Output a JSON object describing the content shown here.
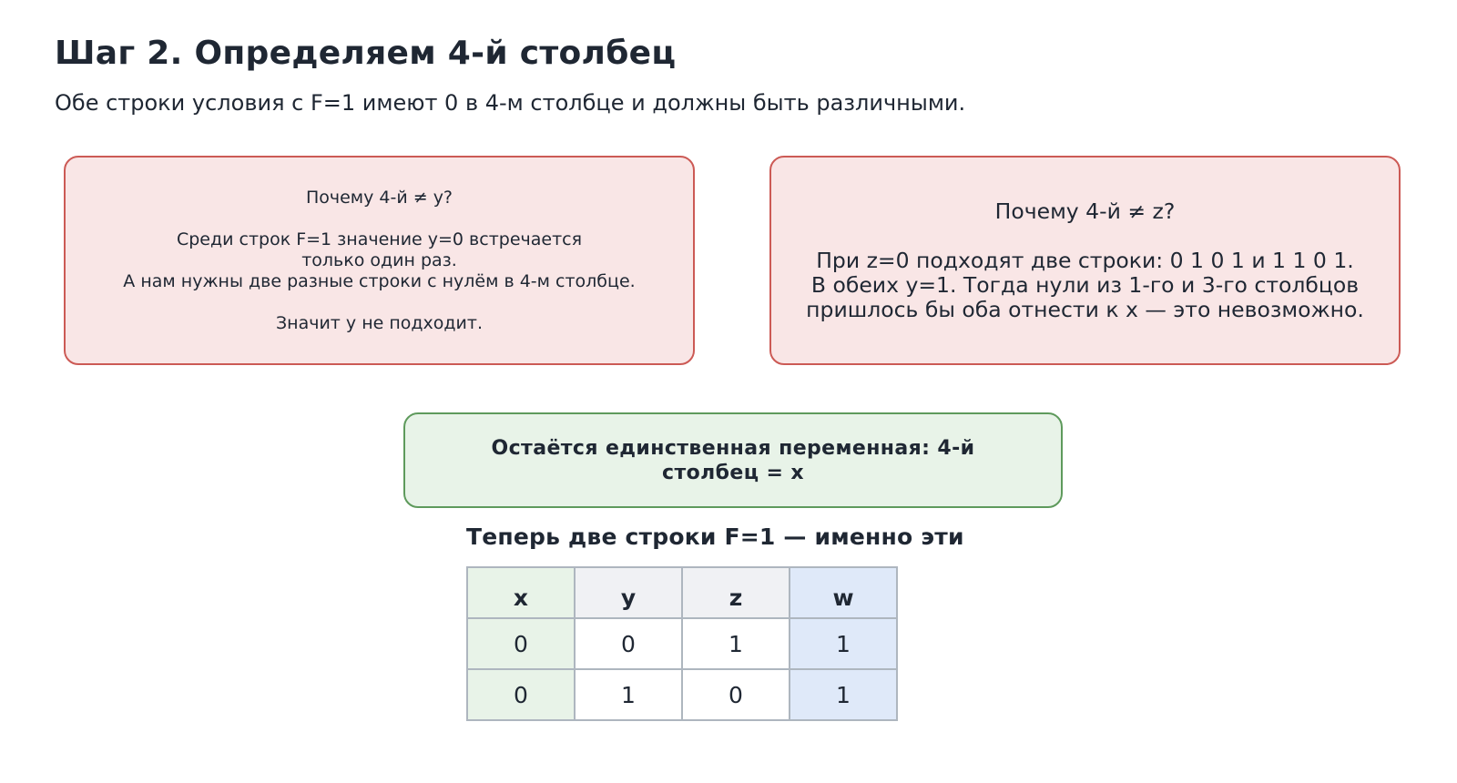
{
  "title": "Шаг 2. Определяем 4-й столбец",
  "subtitle": "Обе строки условия с F=1 имеют 0 в 4-м столбце и должны быть различными.",
  "box_left": {
    "heading": "Почему 4-й ≠ y?",
    "line1": "Среди строк F=1 значение y=0 встречается только один раз.",
    "line2": "А нам нужны две разные строки с нулём в 4-м столбце.",
    "conclusion": "Значит y не подходит."
  },
  "box_right": {
    "heading": "Почему 4-й ≠ z?",
    "line1": "При z=0 подходят две строки: 0 1 0 1 и 1 1 0 1.",
    "line2": "В обеих y=1. Тогда нули из 1-го и 3-го столбцов",
    "line3": "пришлось бы оба отнести к x — это невозможно."
  },
  "result_box": {
    "text": "Остаётся единственная переменная: 4-й столбец = x"
  },
  "table": {
    "title": "Теперь две строки F=1 — именно эти",
    "headers": [
      "x",
      "y",
      "z",
      "w"
    ],
    "rows": [
      [
        "0",
        "0",
        "1",
        "1"
      ],
      [
        "0",
        "1",
        "0",
        "1"
      ]
    ]
  },
  "colors": {
    "red_border": "#cc5a55",
    "red_fill": "#f9e6e6",
    "green_border": "#5e9a5c",
    "green_fill": "#e8f3e8",
    "blue_fill": "#dfe9f9",
    "header_fill": "#f0f1f4"
  }
}
